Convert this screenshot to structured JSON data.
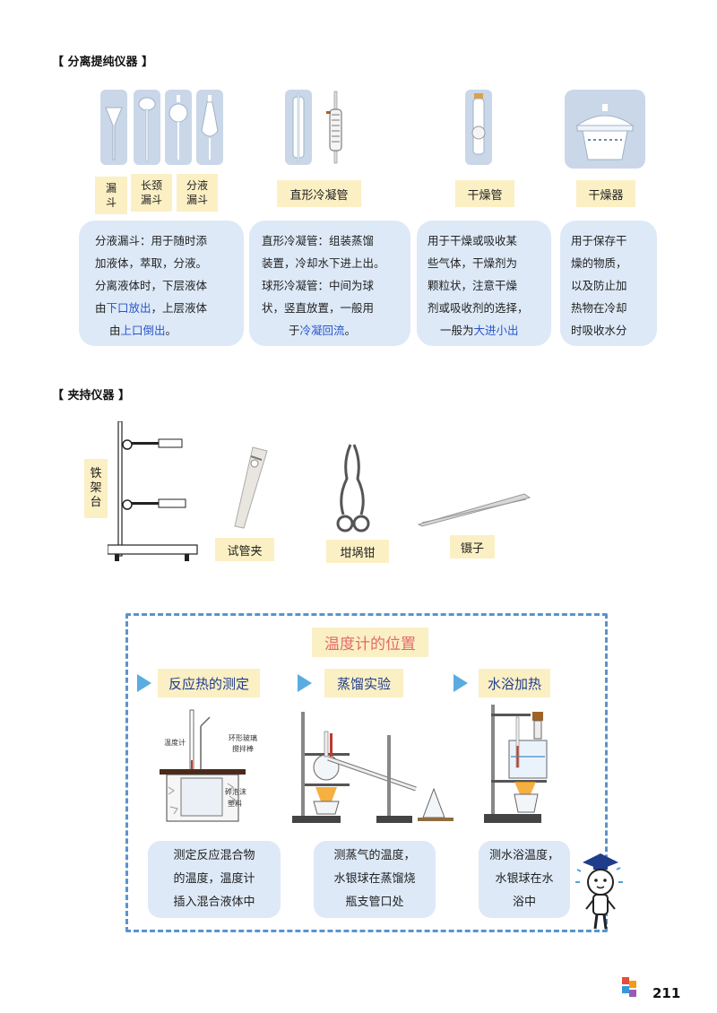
{
  "section1": {
    "title": "【 分离提纯仪器 】",
    "labels": {
      "funnel": "漏\n斗",
      "long_neck": "长颈\n漏斗",
      "sep_funnel": "分液\n漏斗",
      "condenser": "直形冷凝管",
      "drying_tube": "干燥管",
      "desiccator": "干燥器"
    },
    "bubbles": {
      "sep": {
        "l1": "分液漏斗：用于随时添",
        "l2": "加液体，萃取，分液。",
        "l3": "分离液体时，下层液体",
        "l4a": "由",
        "l4b": "下口放出",
        "l4c": "，上层液体",
        "l5a": "由",
        "l5b": "上口倒出",
        "l5c": "。"
      },
      "cond": {
        "l1": "直形冷凝管：组装蒸馏",
        "l2": "装置，冷却水下进上出。",
        "l3": "球形冷凝管：中间为球",
        "l4": "状，竖直放置，一般用",
        "l5a": "于",
        "l5b": "冷凝回流",
        "l5c": "。"
      },
      "dry": {
        "l1": "用于干燥或吸收某",
        "l2": "些气体，干燥剂为",
        "l3": "颗粒状，注意干燥",
        "l4": "剂或吸收剂的选择，",
        "l5a": "一般为",
        "l5b": "大进小出"
      },
      "desic": {
        "l1": "用于保存干",
        "l2": "燥的物质，",
        "l3": "以及防止加",
        "l4": "热物在冷却",
        "l5": "时吸收水分"
      }
    }
  },
  "section2": {
    "title": "【 夹持仪器 】",
    "labels": {
      "stand": "铁\n架\n台",
      "tube_clamp": "试管夹",
      "crucible_tongs": "坩埚钳",
      "tweezers": "镊子"
    }
  },
  "box": {
    "title": "温度计的位置",
    "cols": [
      {
        "header": "反应热的测定",
        "caption1": "测定反应混合物",
        "caption2": "的温度，温度计",
        "caption3": "插入混合液体中",
        "note_thermo": "温度计",
        "note_stir1": "环形玻璃",
        "note_stir2": "搅拌棒",
        "note_foam1": "碎泡沫",
        "note_foam2": "塑料"
      },
      {
        "header": "蒸馏实验",
        "caption1": "测蒸气的温度，",
        "caption2": "水银球在蒸馏烧",
        "caption3": "瓶支管口处"
      },
      {
        "header": "水浴加热",
        "caption1": "测水浴温度，",
        "caption2": "水银球在水",
        "caption3": "浴中"
      }
    ]
  },
  "page_number": "211",
  "colors": {
    "accent_blue": "#5a93cf",
    "bubble_blue": "#dde9f7",
    "label_yellow": "#fbefc4",
    "highlight": "#2a55c9"
  }
}
